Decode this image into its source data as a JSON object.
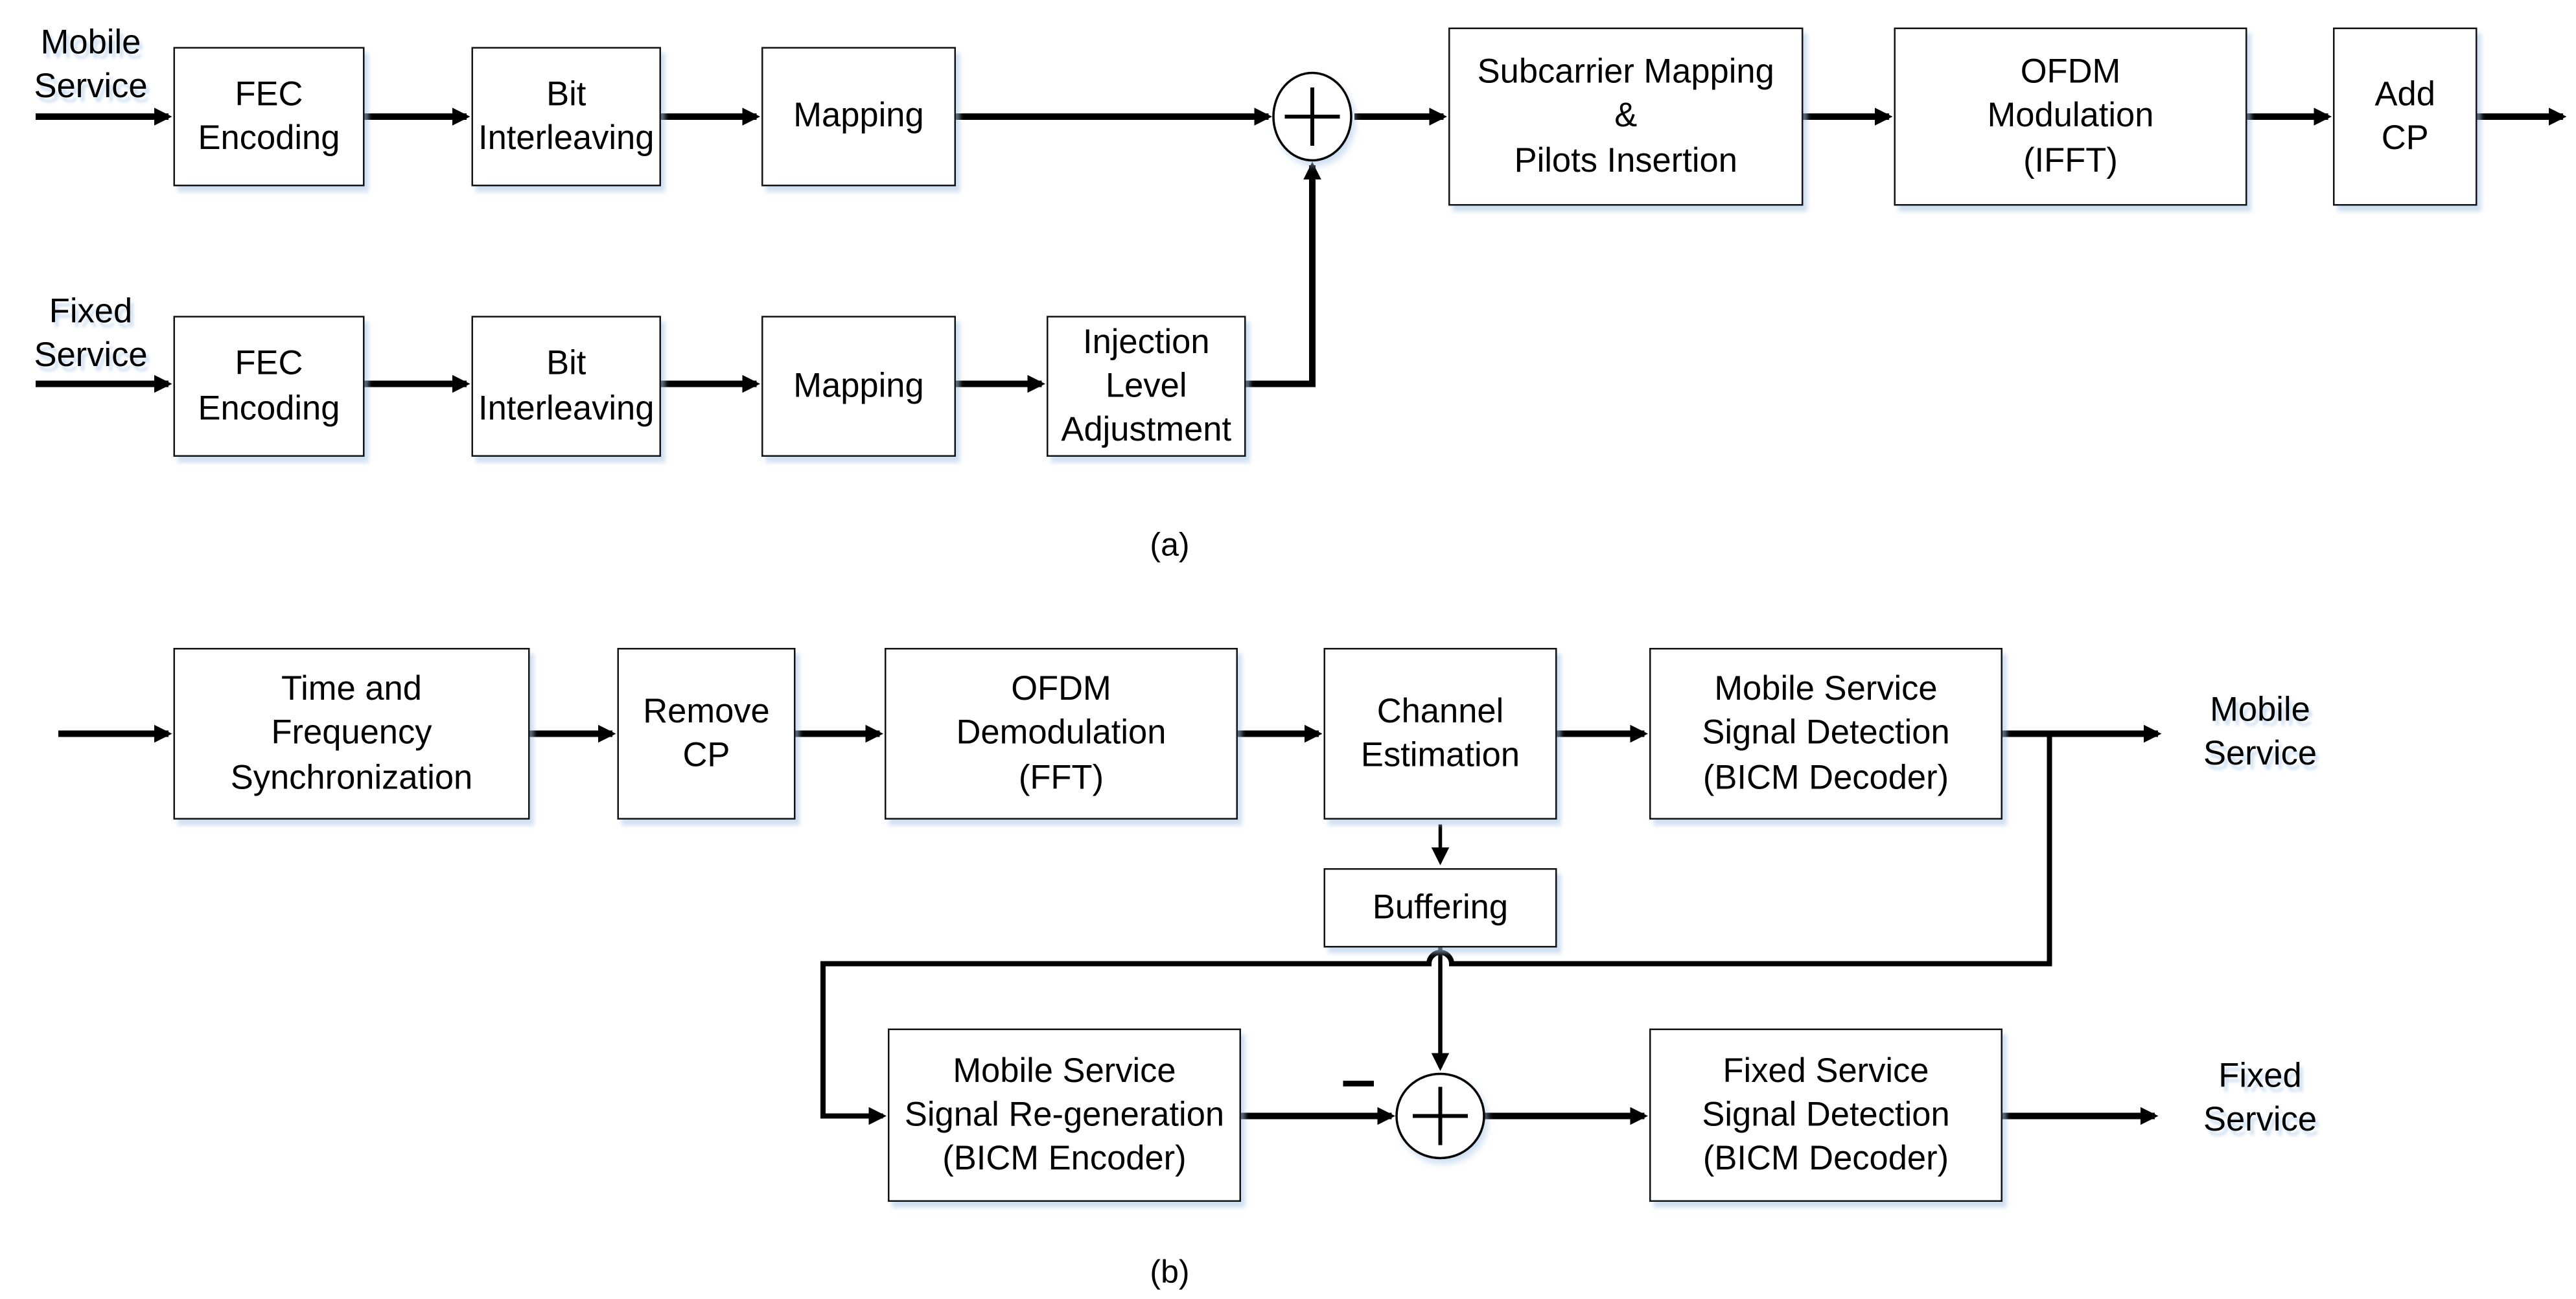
{
  "panel_a": {
    "caption": "(a)",
    "mobile_input_label": "Mobile\nService",
    "fixed_input_label": "Fixed\nService",
    "mobile_row": {
      "fec": "FEC\nEncoding",
      "interleave": "Bit\nInterleaving",
      "mapping": "Mapping",
      "subcarrier": "Subcarrier Mapping\n&\nPilots Insertion",
      "ofdm": "OFDM\nModulation\n(IFFT)",
      "addcp": "Add\nCP"
    },
    "fixed_row": {
      "fec": "FEC\nEncoding",
      "interleave": "Bit\nInterleaving",
      "mapping": "Mapping",
      "injection": "Injection\nLevel\nAdjustment"
    },
    "adder_symbol": "+"
  },
  "panel_b": {
    "caption": "(b)",
    "sync": "Time and\nFrequency\nSynchronization",
    "removecp": "Remove\nCP",
    "demod": "OFDM\nDemodulation\n(FFT)",
    "channel_estimation": "Channel\nEstimation",
    "mobile_detect": "Mobile Service\nSignal Detection\n(BICM Decoder)",
    "buffering": "Buffering",
    "regen": "Mobile Service\nSignal Re-generation\n(BICM Encoder)",
    "fixed_detect": "Fixed Service\nSignal Detection\n(BICM Decoder)",
    "mobile_output_label": "Mobile\nService",
    "fixed_output_label": "Fixed\nService",
    "adder_symbol": "+",
    "minus_sign": "−"
  },
  "colors": {
    "line": "#000000",
    "box_fill": "#ffffff",
    "shadow_tint": "#a8c6e8"
  }
}
